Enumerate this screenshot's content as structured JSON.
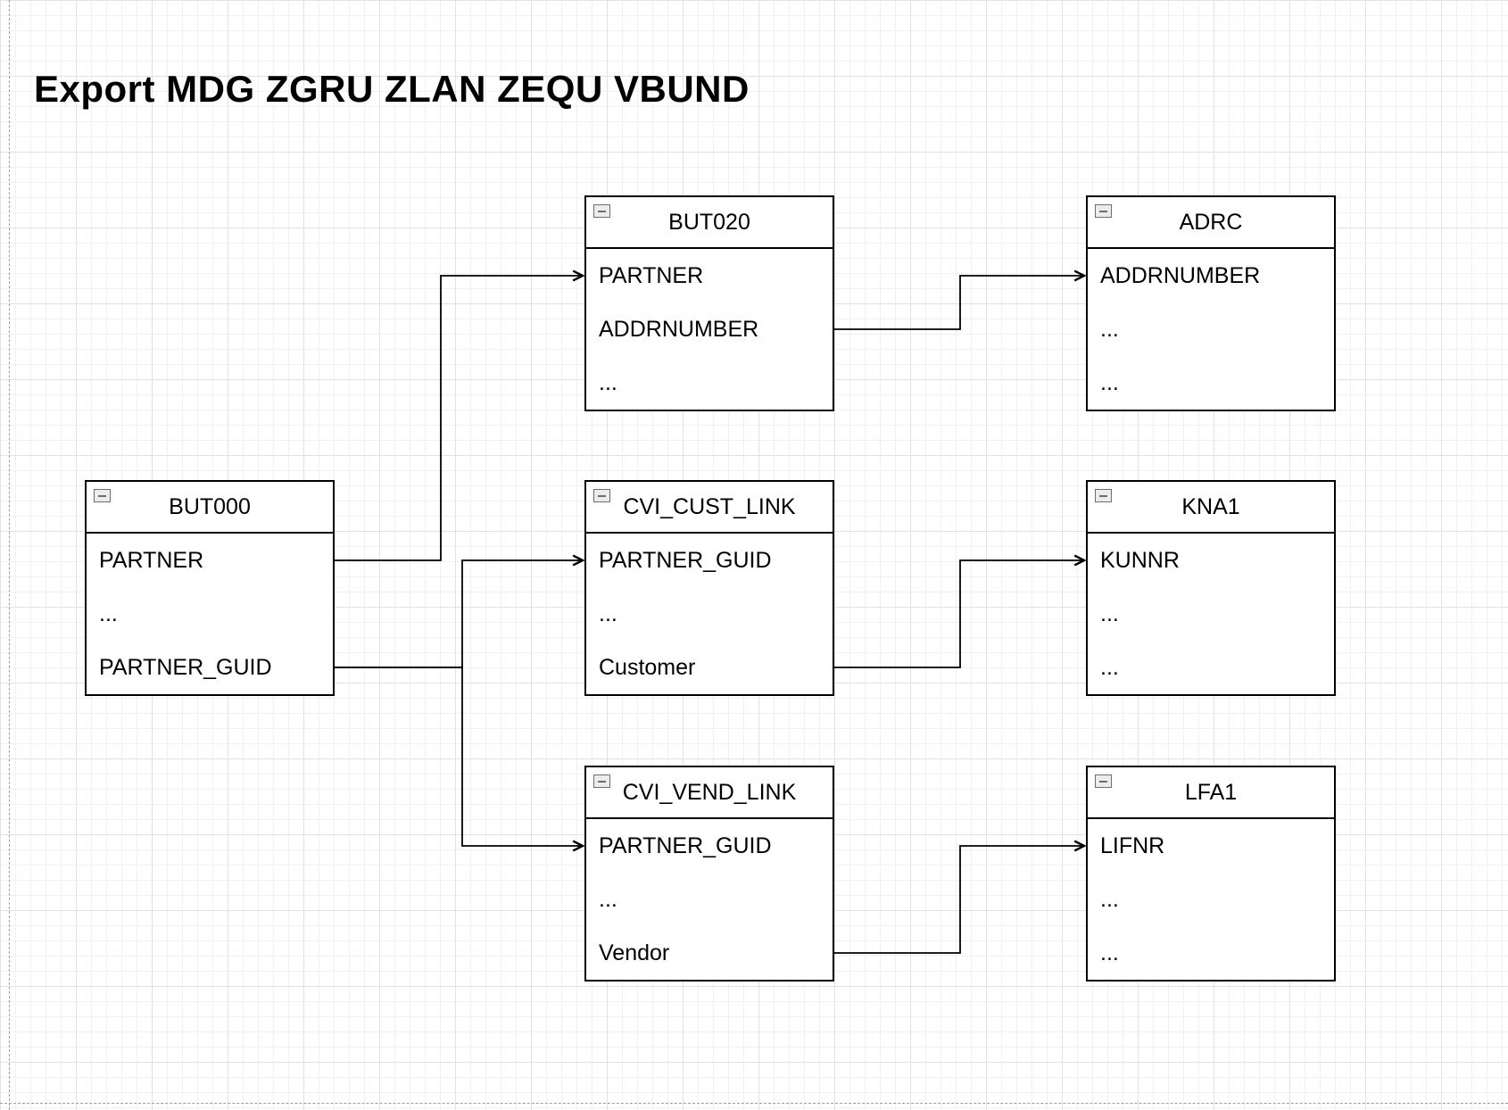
{
  "title": "Export MDG ZGRU ZLAN ZEQU VBUND",
  "colors": {
    "background": "#ffffff",
    "stroke": "#000000",
    "grid_minor": "#f1f1f1",
    "grid_major": "#e2e2e2",
    "page_boundary": "#9e9e9e"
  },
  "icons": {
    "collapse_icon": "minus-in-square"
  },
  "entities": [
    {
      "name": "BUT000",
      "rows": [
        "PARTNER",
        "...",
        "PARTNER_GUID"
      ]
    },
    {
      "name": "BUT020",
      "rows": [
        "PARTNER",
        "ADDRNUMBER",
        "..."
      ]
    },
    {
      "name": "ADRC",
      "rows": [
        "ADDRNUMBER",
        "...",
        "..."
      ]
    },
    {
      "name": "CVI_CUST_LINK",
      "rows": [
        "PARTNER_GUID",
        "...",
        "Customer"
      ]
    },
    {
      "name": "KNA1",
      "rows": [
        "KUNNR",
        "...",
        "..."
      ]
    },
    {
      "name": "CVI_VEND_LINK",
      "rows": [
        "PARTNER_GUID",
        "...",
        "Vendor"
      ]
    },
    {
      "name": "LFA1",
      "rows": [
        "LIFNR",
        "...",
        "..."
      ]
    }
  ],
  "connections": [
    {
      "from": "BUT000.PARTNER",
      "to": "BUT020.PARTNER"
    },
    {
      "from": "BUT000.PARTNER_GUID",
      "to": "CVI_CUST_LINK.PARTNER_GUID"
    },
    {
      "from": "BUT000.PARTNER_GUID",
      "to": "CVI_VEND_LINK.PARTNER_GUID"
    },
    {
      "from": "BUT020.ADDRNUMBER",
      "to": "ADRC.ADDRNUMBER"
    },
    {
      "from": "CVI_CUST_LINK.Customer",
      "to": "KNA1.KUNNR"
    },
    {
      "from": "CVI_VEND_LINK.Vendor",
      "to": "LFA1.LIFNR"
    }
  ]
}
